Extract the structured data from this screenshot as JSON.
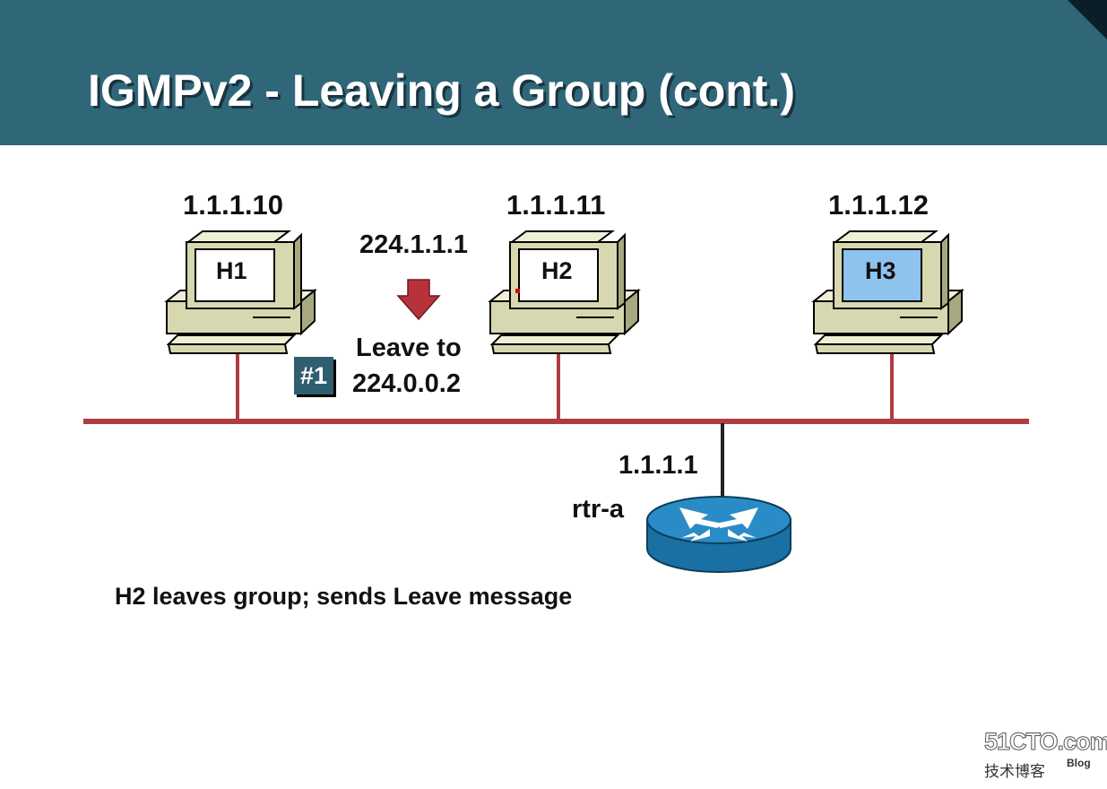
{
  "title": "IGMPv2 - Leaving a Group (cont.)",
  "hosts": [
    {
      "name": "H1",
      "ip": "1.1.1.10",
      "screen_color": "#ffffff"
    },
    {
      "name": "H2",
      "ip": "1.1.1.11",
      "screen_color": "#ffffff"
    },
    {
      "name": "H3",
      "ip": "1.1.1.12",
      "screen_color": "#8ec3ee"
    }
  ],
  "router": {
    "name": "rtr-a",
    "ip": "1.1.1.1"
  },
  "message": {
    "group": "224.1.1.1",
    "leave_line1": "Leave to",
    "leave_line2": "224.0.0.2",
    "step_badge": "#1"
  },
  "caption": "H2 leaves group; sends Leave message",
  "watermark": {
    "site": "51CTO.com",
    "cn": "技术博客",
    "blog": "Blog"
  },
  "colors": {
    "header": "#2f6778",
    "network_line": "#b13a43",
    "arrow": "#b8323a",
    "computer_body": "#d8d8b0",
    "router": "#1f7fb5"
  },
  "icons": {
    "computer": "computer-icon",
    "router": "router-icon",
    "arrow": "down-arrow-icon"
  }
}
